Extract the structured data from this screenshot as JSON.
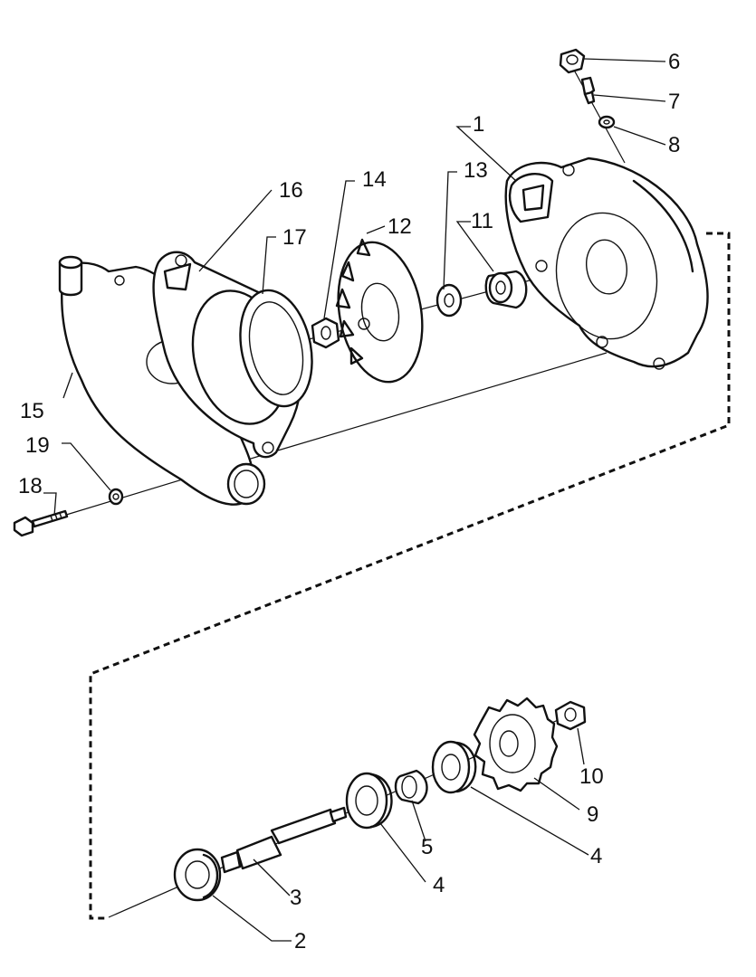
{
  "callouts": [
    "1",
    "2",
    "3",
    "4",
    "4",
    "5",
    "6",
    "7",
    "8",
    "9",
    "10",
    "11",
    "12",
    "13",
    "14",
    "15",
    "16",
    "17",
    "18",
    "19"
  ],
  "colors": {
    "line": "#111111",
    "background": "#ffffff"
  }
}
